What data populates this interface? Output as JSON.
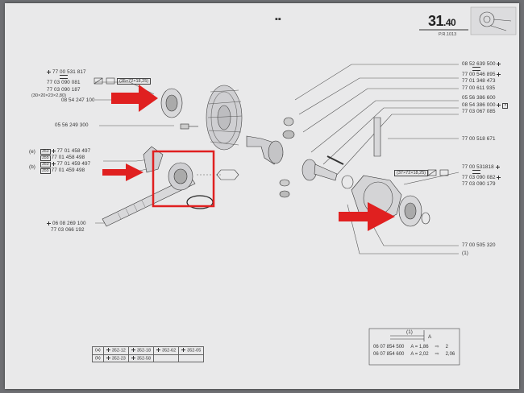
{
  "page": {
    "number": "31",
    "number_suffix": ".40",
    "code": "P.R.1013"
  },
  "left_parts": {
    "p1_a": "77 00 531 817",
    "p1_b": "77 03 090 081",
    "p1_c": "77 03 090 187",
    "p1_tol": "(35×72×18,25)",
    "p2_tol": "(30×20×23×2,80)",
    "p2": "08 54 247 100",
    "p3": "05 56 249 300",
    "p4_a": "77 01 458 497",
    "p4_b": "77 01 458 498",
    "p4_c": "77 01 459 497",
    "p4_d": "77 01 459 498",
    "p4_box1": "353",
    "p4_box2": "355",
    "p5_a": "06 08 269 100",
    "p5_b": "77 03 066 192",
    "group_e": "(e)",
    "group_b": "(b)"
  },
  "right_parts": {
    "r1": "08 52 639 500",
    "r2": "77 00 546 895",
    "r3": "77 01 348 473",
    "r4": "77 00 611 935",
    "r5": "05 56 386 600",
    "r6": "08 54 386 000",
    "r7": "77 03 067 085",
    "r8": "77 00 518 671",
    "r9": "77 00 531818",
    "r10": "77 03 090 082",
    "r11": "77 03 090 179",
    "r9_tol": "(37×72×18,25)",
    "r12": "77 00 505 320",
    "r13": "(1)"
  },
  "ref_table": {
    "rows": [
      {
        "label": "(a)",
        "cells": [
          "352-12",
          "352-18",
          "352-62",
          "352-05"
        ]
      },
      {
        "label": "(b)",
        "cells": [
          "352-23",
          "352-58"
        ]
      }
    ]
  },
  "shim_table": {
    "header_left": "(1)",
    "header_right": "A",
    "rows": [
      {
        "part": "06 07 854 500",
        "cond": "A = 1,86",
        "result": "2"
      },
      {
        "part": "06 07 854 600",
        "cond": "A = 2,02",
        "result": "2,06"
      }
    ]
  },
  "colors": {
    "highlight": "#e02020",
    "paper": "#e9e9ea",
    "ink": "#333333"
  }
}
